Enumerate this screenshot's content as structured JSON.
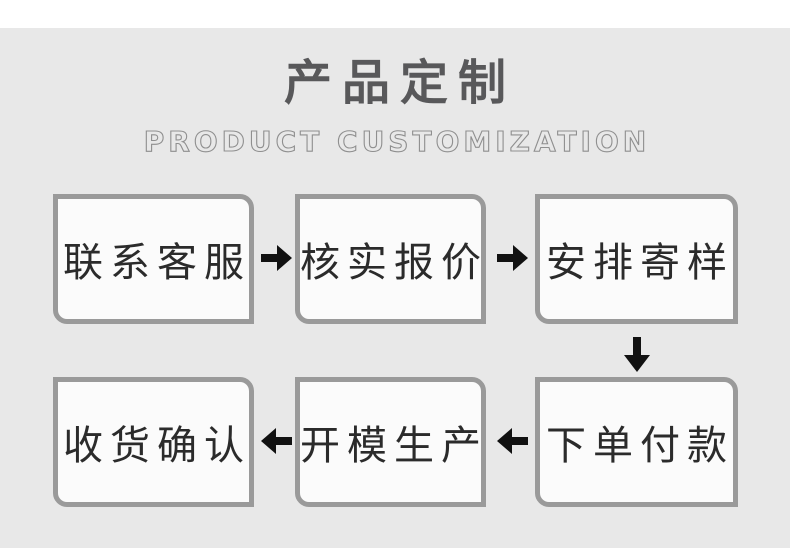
{
  "header": {
    "title": "产品定制",
    "subtitle": "PRODUCT CUSTOMIZATION"
  },
  "flow": {
    "steps": [
      {
        "order": 1,
        "label": "联系客服"
      },
      {
        "order": 2,
        "label": "核实报价"
      },
      {
        "order": 3,
        "label": "安排寄样"
      },
      {
        "order": 4,
        "label": "下单付款"
      },
      {
        "order": 5,
        "label": "开模生产"
      },
      {
        "order": 6,
        "label": "收货确认"
      }
    ],
    "arrows": [
      {
        "direction": "right"
      },
      {
        "direction": "right"
      },
      {
        "direction": "down"
      },
      {
        "direction": "left"
      },
      {
        "direction": "left"
      }
    ]
  },
  "colors": {
    "page_background": "#ffffff",
    "panel_background": "#e8e8e8",
    "box_border": "#9a9a9a",
    "box_fill": "#fbfbfb",
    "box_text": "#2b2b2b",
    "title_text": "#58585a",
    "subtitle_text": "#9a9a9a",
    "arrow": "#111111"
  }
}
